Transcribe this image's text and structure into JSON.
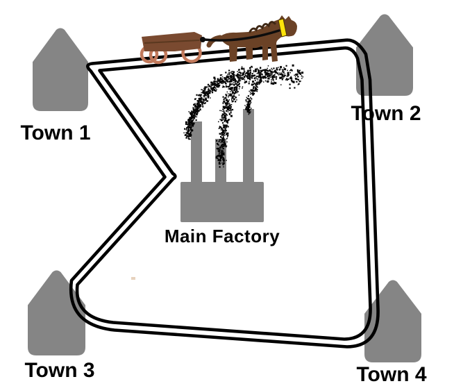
{
  "title": "Towns and Main Factory road map sketch",
  "colors": {
    "background": "#ffffff",
    "building-gray": "#858585",
    "road-black": "#000000",
    "smoke-black": "#050505",
    "horse-brown": "#6b4226",
    "mane-dark": "#3e2714",
    "cart-brown": "#7a4a30",
    "wheel-tan": "#c1795b",
    "collar-yellow": "#ffe30b",
    "label-black": "#000000"
  },
  "diagram": {
    "type": "map-sketch",
    "nodes": [
      {
        "id": "town-1",
        "label": "Town 1",
        "kind": "town",
        "position": "top-left"
      },
      {
        "id": "town-2",
        "label": "Town 2",
        "kind": "town",
        "position": "top-right"
      },
      {
        "id": "main-factory",
        "label": "Main Factory",
        "kind": "factory",
        "position": "center"
      },
      {
        "id": "town-3",
        "label": "Town 3",
        "kind": "town",
        "position": "bottom-left"
      },
      {
        "id": "town-4",
        "label": "Town 4",
        "kind": "town",
        "position": "bottom-right"
      }
    ],
    "edges": [
      {
        "from": "town-1",
        "to": "town-2",
        "via": "top road"
      },
      {
        "from": "town-2",
        "to": "town-4",
        "via": "right road"
      },
      {
        "from": "town-4",
        "to": "town-3",
        "via": "bottom road"
      },
      {
        "from": "town-3",
        "to": "town-1",
        "via": "zigzag road pointing at factory"
      }
    ],
    "vehicle": {
      "kind": "horse-drawn-cart",
      "location": "top road between Town 1 and Town 2"
    }
  }
}
